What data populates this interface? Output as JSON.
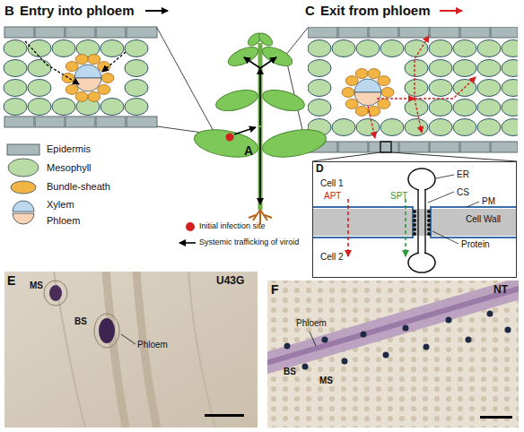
{
  "diagram": {
    "nodes": [
      {
        "text": [
          "D",
          "Cell 1",
          "APT",
          "SPT",
          "ER",
          "CS",
          "PM",
          "Cell Wall",
          "Protein",
          "Cell 2"
        ]
      },
      {
        "text": [
          "E",
          "U43G",
          "MS",
          "BS",
          "Phloem"
        ]
      },
      {
        "text": [
          "F",
          "NT",
          "Phloem",
          "BS",
          "MS"
        ]
      }
    ],
    "labels": [
      "B",
      "Entry into phloem",
      "C",
      "Exit from phloem",
      "A"
    ],
    "legend": [
      {
        "text": "Epidermis",
        "color": "#a9b9b9"
      },
      {
        "text": "Mesophyll",
        "color": "#b9dba5"
      },
      {
        "text": "Bundle-sheath",
        "color": "#f2b544"
      },
      {
        "text": "Xylem",
        "color": "#bcd8ee"
      },
      {
        "text": "Phloem",
        "color": "#f9d3b5"
      },
      {
        "text": "Initial infection site",
        "color": "#d42020"
      },
      {
        "text": "Systemic trafficking of viroid"
      }
    ]
  }
}
